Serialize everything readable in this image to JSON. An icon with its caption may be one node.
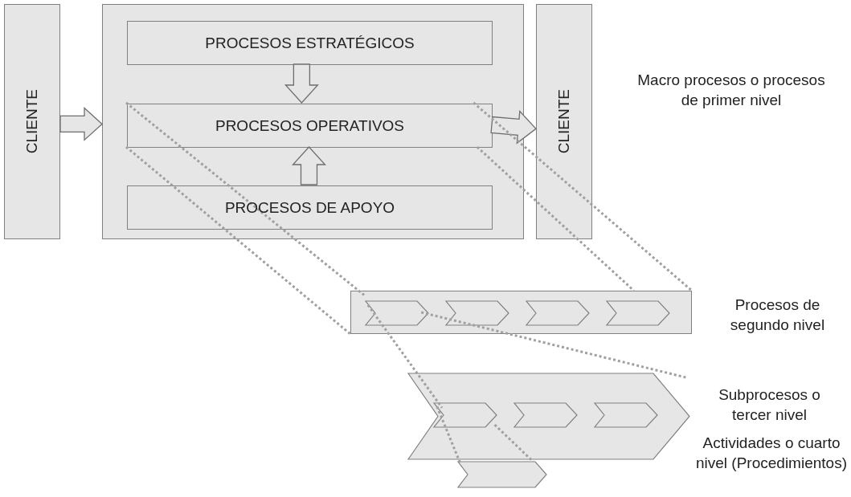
{
  "diagram": {
    "nodes": [
      {
        "text": [
          "CLIENTE"
        ]
      },
      {
        "text": [],
        "shape": "box"
      },
      {
        "text": [
          "PROCESOS ESTRATÉGICOS"
        ],
        "in": 1
      },
      {
        "text": [
          "PROCESOS OPERATIVOS"
        ],
        "in": 1
      },
      {
        "text": [
          "PROCESOS DE APOYO"
        ],
        "in": 1
      },
      {
        "text": [
          "CLIENTE"
        ]
      },
      {
        "text": [],
        "shape": "bar"
      },
      {
        "text": [],
        "shape": "chevron",
        "in": 6
      },
      {
        "text": [],
        "shape": "chevron",
        "in": 6
      },
      {
        "text": [],
        "shape": "chevron",
        "in": 6
      },
      {
        "text": [],
        "shape": "chevron",
        "in": 6
      },
      {
        "text": [],
        "shape": "chevron"
      },
      {
        "text": [],
        "shape": "chevron",
        "in": 11
      },
      {
        "text": [],
        "shape": "chevron",
        "in": 11
      },
      {
        "text": [],
        "shape": "chevron",
        "in": 11
      },
      {
        "text": [],
        "shape": "chevron"
      }
    ],
    "edges": [
      {
        "from": 0,
        "to": 1,
        "arrow": "to"
      },
      {
        "from": 2,
        "to": 3,
        "arrow": "to"
      },
      {
        "from": 4,
        "to": 3,
        "arrow": "to"
      },
      {
        "from": 3,
        "to": 5,
        "arrow": "to"
      },
      {
        "from": 3,
        "to": 6,
        "arrow": "none",
        "style": "dashed"
      },
      {
        "from": 3,
        "to": 6,
        "arrow": "none",
        "style": "dashed"
      },
      {
        "from": 3,
        "to": 6,
        "arrow": "none",
        "style": "dashed"
      },
      {
        "from": 3,
        "to": 6,
        "arrow": "none",
        "style": "dashed"
      },
      {
        "from": 7,
        "to": 11,
        "arrow": "none",
        "style": "dashed"
      },
      {
        "from": 7,
        "to": 11,
        "arrow": "none",
        "style": "dashed"
      },
      {
        "from": 12,
        "to": 15,
        "arrow": "none",
        "style": "dashed"
      },
      {
        "from": 12,
        "to": 15,
        "arrow": "none",
        "style": "dashed"
      }
    ],
    "labels": [
      "Macro procesos o procesos de primer nivel",
      "Procesos de segundo nivel",
      "Subprocesos o tercer nivel",
      "Actividades o cuarto nivel (Procedimientos)"
    ]
  }
}
